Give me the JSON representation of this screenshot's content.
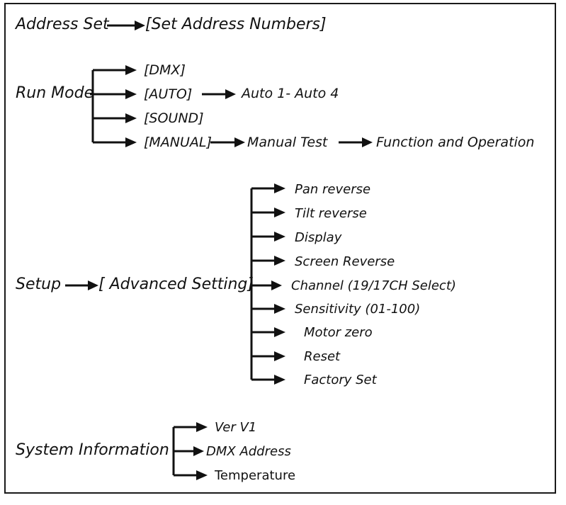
{
  "diagram": {
    "title_visible": false,
    "style": {
      "background": "#ffffff",
      "ink": "#111111",
      "border": "#1a1a1a"
    },
    "branches": [
      {
        "id": "address-set",
        "root": "Address Set",
        "children": [
          {
            "label": "[Set Address Numbers]",
            "italic": true,
            "children": []
          }
        ]
      },
      {
        "id": "run-mode",
        "root": "Run Mode",
        "children": [
          {
            "label": "[DMX]",
            "italic": true,
            "children": []
          },
          {
            "label": "[AUTO]",
            "italic": true,
            "children": [
              {
                "label": "Auto 1- Auto 4",
                "italic": true
              }
            ]
          },
          {
            "label": "[SOUND]",
            "italic": true,
            "children": []
          },
          {
            "label": "[MANUAL]",
            "italic": true,
            "children": [
              {
                "label": "Manual Test",
                "italic": true
              },
              {
                "label": "Function and Operation",
                "italic": true
              }
            ]
          }
        ]
      },
      {
        "id": "setup",
        "root": "Setup",
        "children": [
          {
            "label": "[ Advanced Setting]",
            "italic": true,
            "children": [
              {
                "label": "Pan reverse",
                "italic": true
              },
              {
                "label": "Tilt reverse",
                "italic": true
              },
              {
                "label": "Display",
                "italic": true
              },
              {
                "label": "Screen Reverse",
                "italic": true
              },
              {
                "label": "Channel (19/17CH Select)",
                "italic": true
              },
              {
                "label": "Sensitivity (01-100)",
                "italic": true
              },
              {
                "label": "Motor zero",
                "italic": true
              },
              {
                "label": "Reset",
                "italic": true
              },
              {
                "label": "Factory Set",
                "italic": true
              }
            ]
          }
        ]
      },
      {
        "id": "system-information",
        "root": "System Information",
        "children": [
          {
            "label": "Ver V1",
            "italic": true
          },
          {
            "label": "DMX Address",
            "italic": true
          },
          {
            "label": "Temperature",
            "italic": false
          }
        ]
      }
    ]
  },
  "labels": {
    "address_set": "Address Set",
    "set_address_numbers": "[Set Address Numbers]",
    "run_mode": "Run Mode",
    "dmx": "[DMX]",
    "auto": "[AUTO]",
    "auto_range": "Auto 1- Auto 4",
    "sound": "[SOUND]",
    "manual": "[MANUAL]",
    "manual_test": "Manual Test",
    "function_and_operation": "Function and Operation",
    "setup": "Setup",
    "advanced_setting": "[ Advanced Setting]",
    "pan_reverse": "Pan reverse",
    "tilt_reverse": "Tilt reverse",
    "display": "Display",
    "screen_reverse": "Screen Reverse",
    "channel": "Channel (19/17CH Select)",
    "sensitivity": "Sensitivity (01-100)",
    "motor_zero": "Motor zero",
    "reset": "Reset",
    "factory_set": "Factory Set",
    "system_information": "System Information",
    "ver_v1": "Ver V1",
    "dmx_address": "DMX Address",
    "temperature": "Temperature"
  }
}
